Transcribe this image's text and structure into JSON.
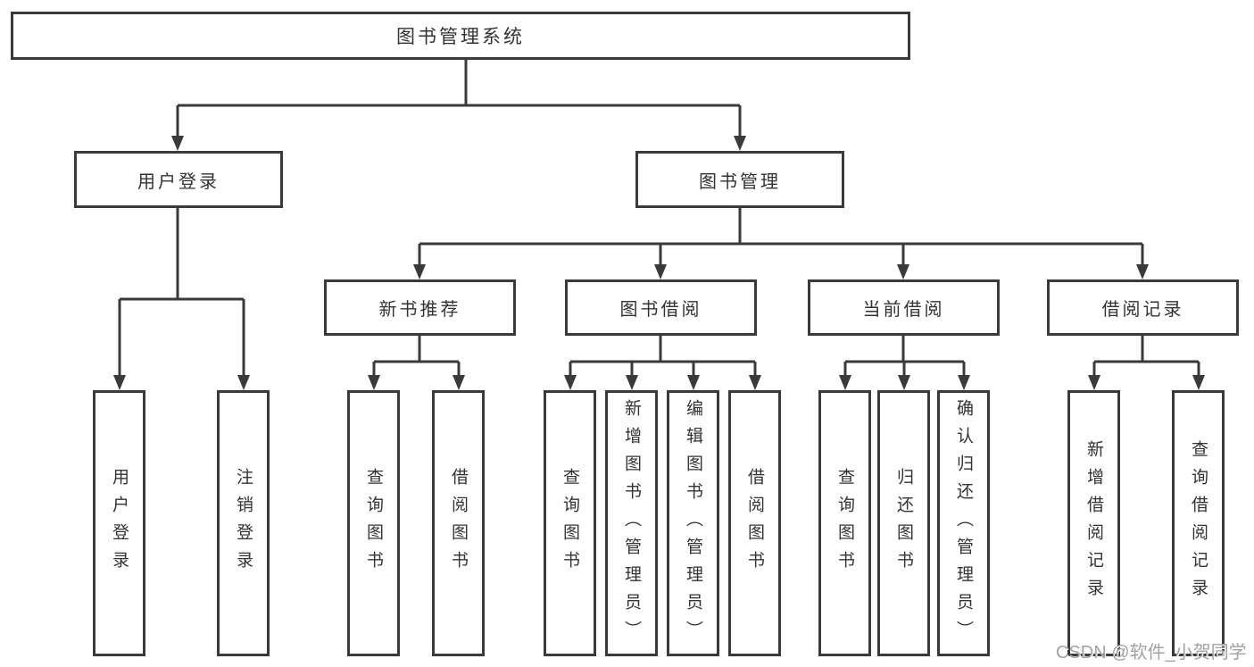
{
  "diagram": {
    "title": "图书管理系统",
    "colors": {
      "line": "#3a3a3a",
      "text": "#333333",
      "box_background": "#ffffff",
      "watermark": "#a2a2a7",
      "page_background": "#ffffff"
    },
    "watermark": {
      "text": "CSDN @软件_小贺同学"
    },
    "nodes": {
      "root": {
        "label": "图书管理系统"
      },
      "user_login": {
        "label": "用户登录"
      },
      "book_mgmt": {
        "label": "图书管理"
      },
      "new_book_rec": {
        "label": "新书推荐"
      },
      "book_borrow": {
        "label": "图书借阅"
      },
      "current_borrow": {
        "label": "当前借阅"
      },
      "borrow_records": {
        "label": "借阅记录"
      },
      "leaf_user_login": {
        "label": "用户登录"
      },
      "leaf_logout": {
        "label": "注销登录"
      },
      "leaf_query_book_1": {
        "label": "查询图书"
      },
      "leaf_borrow_book_1": {
        "label": "借阅图书"
      },
      "leaf_query_book_2": {
        "label": "查询图书"
      },
      "leaf_add_book": {
        "label": "新增图书（管理员）"
      },
      "leaf_edit_book": {
        "label": "编辑图书（管理员）"
      },
      "leaf_borrow_book_2": {
        "label": "借阅图书"
      },
      "leaf_query_book_3": {
        "label": "查询图书"
      },
      "leaf_return_book": {
        "label": "归还图书"
      },
      "leaf_confirm_return": {
        "label": "确认归还（管理员）"
      },
      "leaf_add_record": {
        "label": "新增借阅记录"
      },
      "leaf_query_record": {
        "label": "查询借阅记录"
      }
    },
    "hierarchy": [
      {
        "parent": "root",
        "children": [
          "user_login",
          "book_mgmt"
        ]
      },
      {
        "parent": "user_login",
        "children": [
          "leaf_user_login",
          "leaf_logout"
        ]
      },
      {
        "parent": "book_mgmt",
        "children": [
          "new_book_rec",
          "book_borrow",
          "current_borrow",
          "borrow_records"
        ]
      },
      {
        "parent": "new_book_rec",
        "children": [
          "leaf_query_book_1",
          "leaf_borrow_book_1"
        ]
      },
      {
        "parent": "book_borrow",
        "children": [
          "leaf_query_book_2",
          "leaf_add_book",
          "leaf_edit_book",
          "leaf_borrow_book_2"
        ]
      },
      {
        "parent": "current_borrow",
        "children": [
          "leaf_query_book_3",
          "leaf_return_book",
          "leaf_confirm_return"
        ]
      },
      {
        "parent": "borrow_records",
        "children": [
          "leaf_add_record",
          "leaf_query_record"
        ]
      }
    ]
  }
}
